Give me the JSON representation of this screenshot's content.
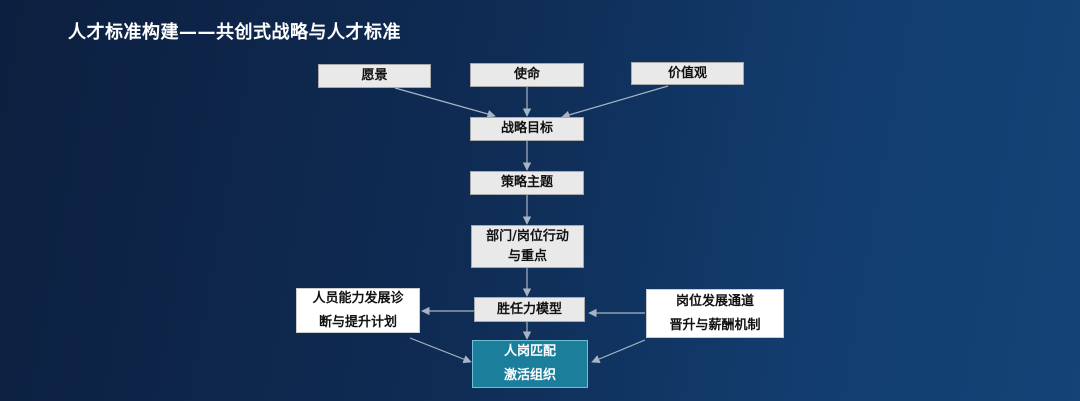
{
  "title": "人才标准构建——共创式战略与人才标准",
  "nodes": {
    "vision": "愿景",
    "mission": "使命",
    "values": "价值观",
    "strategic_goal": "战略目标",
    "strategy_theme": "策略主题",
    "dept_line1": "部门/岗位行动",
    "dept_line2": "与重点",
    "competency_model": "胜任力模型",
    "left_line1": "人员能力发展诊",
    "left_line2": "断与提升计划",
    "right_line1": "岗位发展通道",
    "right_line2": "晋升与薪酬机制",
    "match_line1": "人岗匹配",
    "match_line2": "激活组织"
  },
  "colors": {
    "box_fill": "#e9e9e9",
    "connector": "#a8b4c4",
    "accent": "#1b7f9c"
  }
}
